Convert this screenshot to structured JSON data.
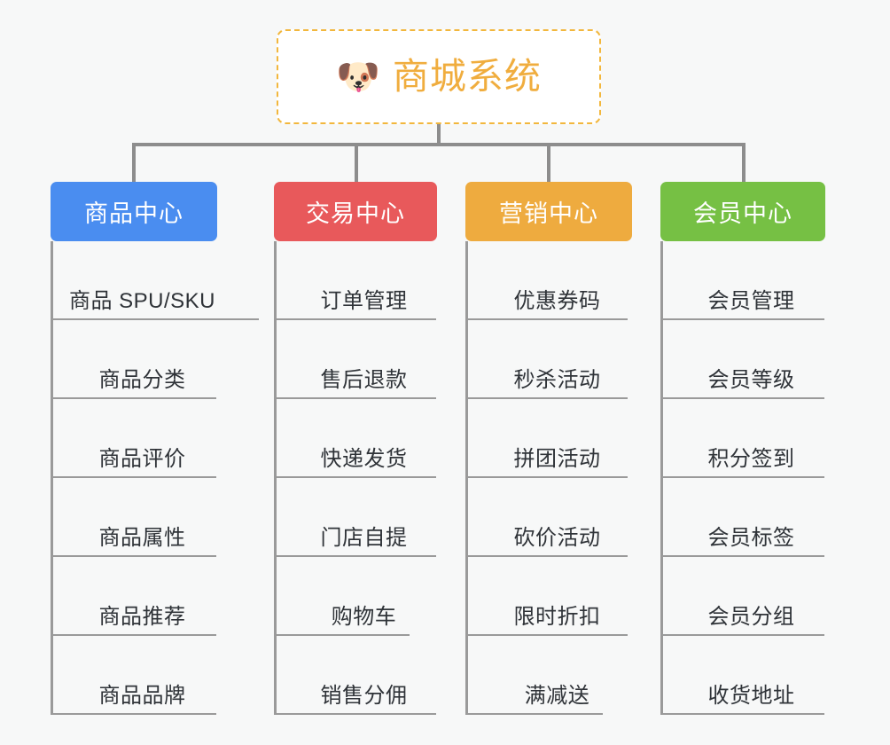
{
  "colors": {
    "background": "#f7f8f8",
    "root_border": "#f2b73d",
    "root_text": "#f0ad3e",
    "connector": "#8d8d8d",
    "rule": "#9a9a9a",
    "leaf_text": "#2f3338",
    "product_center": "#4a8df0",
    "trade_center": "#e8595b",
    "marketing_center": "#eeab3f",
    "member_center": "#76c044"
  },
  "root": {
    "icon": "dog-face-emoji",
    "icon_glyph": "🐶",
    "title": "商城系统"
  },
  "columns": [
    {
      "key": "product-center",
      "title": "商品中心",
      "color": "#4a8df0",
      "items": [
        "商品 SPU/SKU",
        "商品分类",
        "商品评价",
        "商品属性",
        "商品推荐",
        "商品品牌"
      ]
    },
    {
      "key": "trade-center",
      "title": "交易中心",
      "color": "#e8595b",
      "items": [
        "订单管理",
        "售后退款",
        "快递发货",
        "门店自提",
        "购物车",
        "销售分佣"
      ]
    },
    {
      "key": "marketing-center",
      "title": "营销中心",
      "color": "#eeab3f",
      "items": [
        "优惠券码",
        "秒杀活动",
        "拼团活动",
        "砍价活动",
        "限时折扣",
        "满减送"
      ]
    },
    {
      "key": "member-center",
      "title": "会员中心",
      "color": "#76c044",
      "items": [
        "会员管理",
        "会员等级",
        "积分签到",
        "会员标签",
        "会员分组",
        "收货地址"
      ]
    }
  ]
}
